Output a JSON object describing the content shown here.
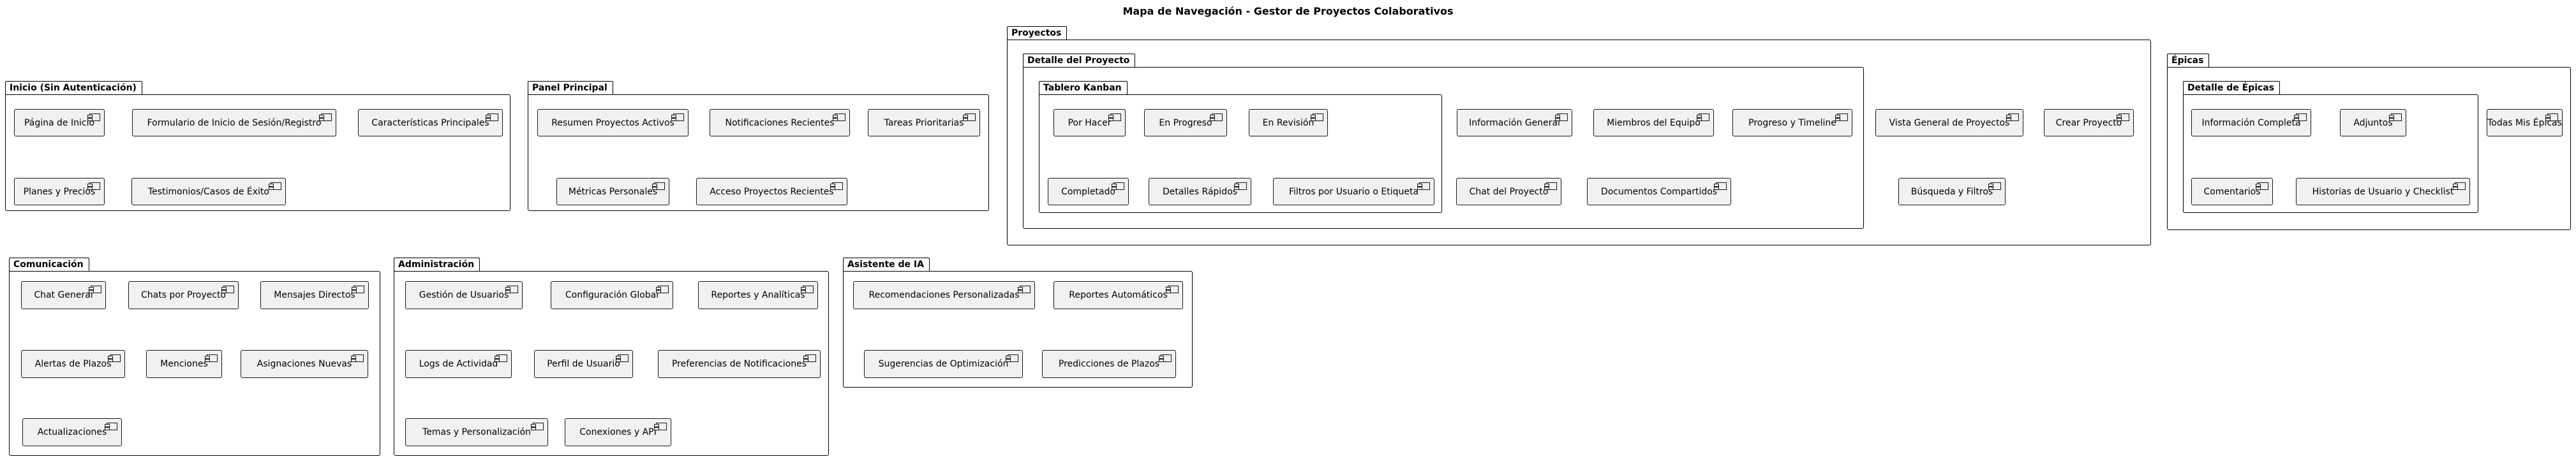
{
  "diagram": {
    "title": "Mapa de Navegación - Gestor de Proyectos Colaborativos",
    "packages": {
      "inicio": {
        "label": "Inicio (Sin Autenticación)",
        "items": [
          "Página de Inicio",
          "Formulario de Inicio de Sesión/Registro",
          "Características Principales",
          "Planes y Precios",
          "Testimonios/Casos de Éxito"
        ]
      },
      "panel": {
        "label": "Panel Principal",
        "items": [
          "Resumen Proyectos Activos",
          "Notificaciones Recientes",
          "Tareas Prioritarias",
          "Métricas Personales",
          "Acceso Proyectos Recientes"
        ]
      },
      "proyectos": {
        "label": "Proyectos",
        "items": [
          "Vista General de Proyectos",
          "Crear Proyecto",
          "Búsqueda y Filtros"
        ],
        "detalle": {
          "label": "Detalle del Proyecto",
          "items": [
            "Información General",
            "Miembros del Equipo",
            "Progreso y Timeline",
            "Chat del Proyecto",
            "Documentos Compartidos"
          ],
          "kanban": {
            "label": "Tablero Kanban",
            "items": [
              "Por Hacer",
              "En Progreso",
              "En Revisión",
              "Completado",
              "Detalles Rápidos",
              "Filtros por Usuario o Etiqueta"
            ]
          }
        }
      },
      "epicas": {
        "label": "Épicas",
        "items": [
          "Todas Mis Épicas"
        ],
        "detalle": {
          "label": "Detalle de Épicas",
          "items": [
            "Información Completa",
            "Adjuntos",
            "Comentarios",
            "Historias de Usuario y Checklist"
          ]
        }
      },
      "comunicacion": {
        "label": "Comunicación",
        "items": [
          "Chat General",
          "Chats por Proyecto",
          "Mensajes Directos",
          "Alertas de Plazos",
          "Menciones",
          "Asignaciones Nuevas",
          "Actualizaciones"
        ]
      },
      "administracion": {
        "label": "Administración",
        "items": [
          "Gestión de Usuarios",
          "Configuración Global",
          "Reportes y Analíticas",
          "Logs de Actividad",
          "Perfil de Usuario",
          "Preferencias de Notificaciones",
          "Temas y Personalización",
          "Conexiones y API"
        ]
      },
      "ia": {
        "label": "Asistente de IA",
        "items": [
          "Recomendaciones Personalizadas",
          "Reportes Automáticos",
          "Sugerencias de Optimización",
          "Predicciones de Plazos"
        ]
      }
    }
  }
}
